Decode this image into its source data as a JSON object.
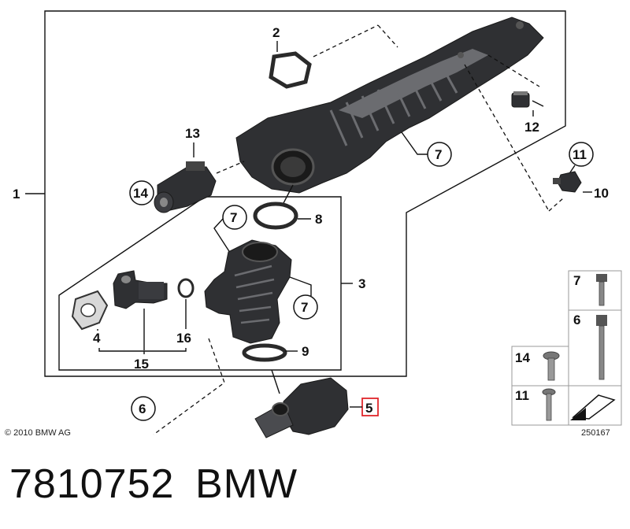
{
  "callouts": {
    "c1": "1",
    "c2": "2",
    "c3": "3",
    "c4": "4",
    "c5": "5",
    "c6": "6",
    "c7a": "7",
    "c7b": "7",
    "c7c": "7",
    "c8": "8",
    "c9": "9",
    "c10": "10",
    "c11": "11",
    "c12": "12",
    "c13": "13",
    "c14": "14",
    "c15": "15",
    "c16": "16"
  },
  "legend": {
    "row7": "7",
    "row6": "6",
    "row14": "14",
    "row11": "11"
  },
  "copyright": "© 2010 BMW AG",
  "diagram_id": "250167",
  "footer": {
    "part_number": "7810752",
    "brand": "BMW"
  },
  "colors": {
    "highlight": "#e0262b",
    "part_fill": "#2f3033"
  }
}
